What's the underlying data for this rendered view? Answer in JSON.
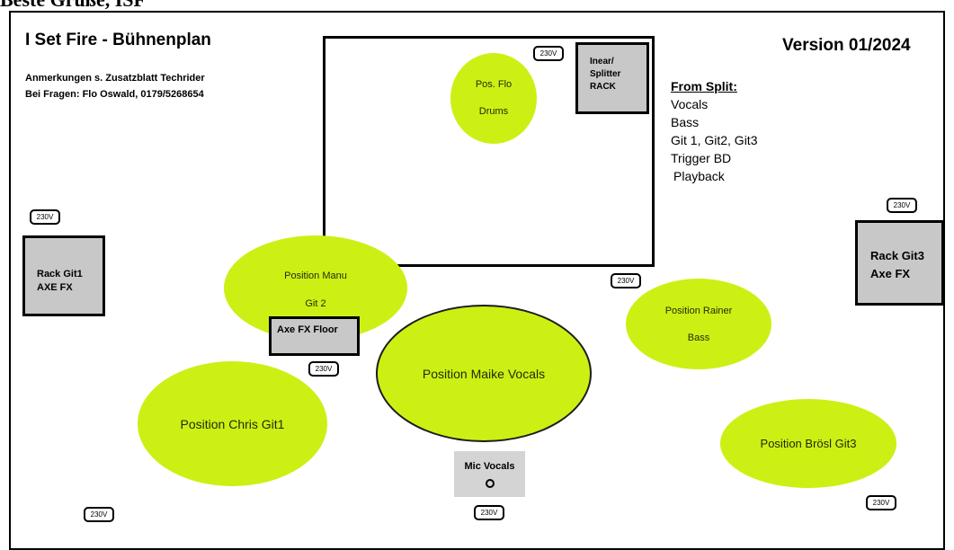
{
  "header_cut": "Beste Grüße, ISF",
  "title": "I Set Fire - Bühnenplan",
  "version": "Version 01/2024",
  "notes": [
    "Anmerkungen s. Zusatzblatt Techrider",
    "Bei Fragen: Flo Oswald, 0179/5268654"
  ],
  "outlet_label": "230V",
  "drum_position": {
    "line1": "Pos. Flo",
    "line2": "Drums"
  },
  "inear_rack": {
    "line1": "Inear/",
    "line2": "Splitter",
    "line3": "RACK"
  },
  "from_split": {
    "heading": "From Split:",
    "items": [
      "Vocals",
      "Bass",
      "Git 1, Git2, Git3",
      "Trigger BD",
      "Playback"
    ]
  },
  "rack_git1": {
    "line1": "Rack Git1",
    "line2": "AXE FX"
  },
  "rack_git3": {
    "line1": "Rack Git3",
    "line2": "Axe FX"
  },
  "position_manu": {
    "line1": "Position Manu",
    "line2": "Git 2"
  },
  "axe_fx_floor": "Axe FX Floor",
  "position_rainer": {
    "line1": "Position Rainer",
    "line2": "Bass"
  },
  "position_maike": "Position Maike Vocals",
  "position_chris": "Position Chris Git1",
  "position_broesl": "Position Brösl Git3",
  "mic_vocals": "Mic Vocals",
  "colors": {
    "position_fill": "#ccf014",
    "box_fill": "#c8c8c8",
    "mic_fill": "#d4d4d4",
    "outline": "#000000"
  }
}
